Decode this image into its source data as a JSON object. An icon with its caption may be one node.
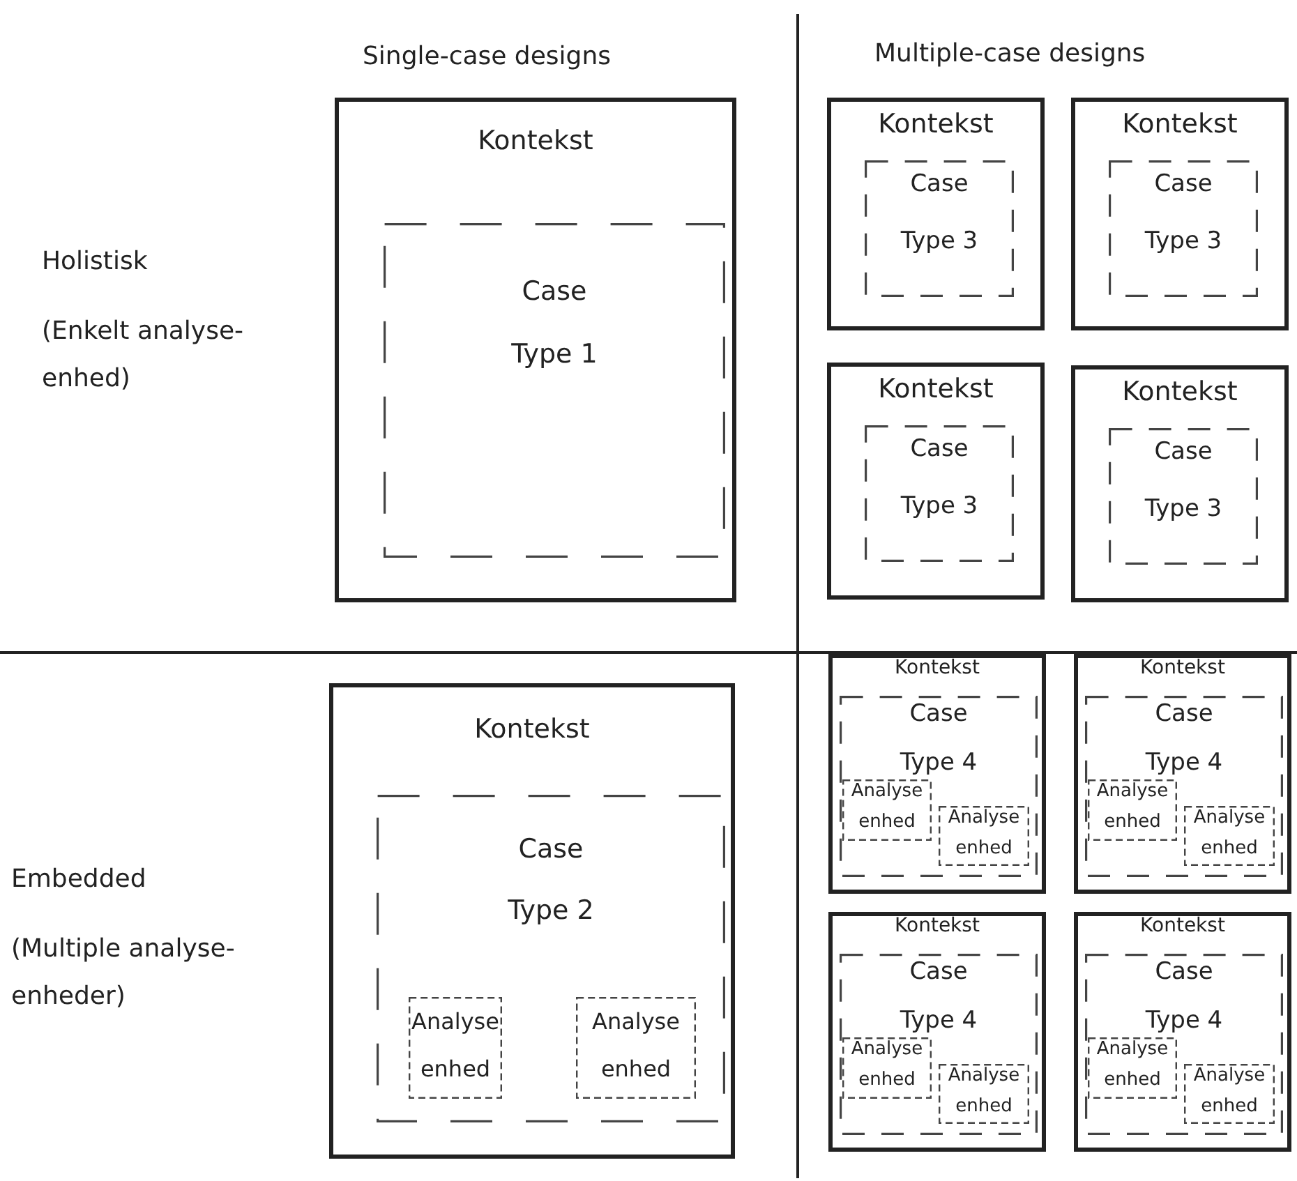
{
  "diagram": {
    "nodes": [
      {
        "text": [
          "Kontekst"
        ]
      },
      {
        "text": [
          "Case",
          "Type 1"
        ],
        "in": 0
      },
      {
        "text": [
          "Kontekst"
        ]
      },
      {
        "text": [
          "Case",
          "Type 3"
        ],
        "in": 2
      },
      {
        "text": [
          "Kontekst"
        ]
      },
      {
        "text": [
          "Case",
          "Type 3"
        ],
        "in": 4
      },
      {
        "text": [
          "Kontekst"
        ]
      },
      {
        "text": [
          "Case",
          "Type 3"
        ],
        "in": 6
      },
      {
        "text": [
          "Kontekst"
        ]
      },
      {
        "text": [
          "Case",
          "Type 3"
        ],
        "in": 8
      },
      {
        "text": [
          "Kontekst"
        ]
      },
      {
        "text": [
          "Case",
          "Type 2"
        ],
        "in": 10
      },
      {
        "text": [
          "Analyse",
          "enhed"
        ],
        "in": 11
      },
      {
        "text": [
          "Analyse",
          "enhed"
        ],
        "in": 11
      },
      {
        "text": [
          "Kontekst"
        ]
      },
      {
        "text": [
          "Case",
          "Type 4"
        ],
        "in": 14
      },
      {
        "text": [
          "Analyse",
          "enhed"
        ],
        "in": 15
      },
      {
        "text": [
          "Analyse",
          "enhed"
        ],
        "in": 15
      },
      {
        "text": [
          "Kontekst"
        ]
      },
      {
        "text": [
          "Case",
          "Type 4"
        ],
        "in": 18
      },
      {
        "text": [
          "Analyse",
          "enhed"
        ],
        "in": 19
      },
      {
        "text": [
          "Analyse",
          "enhed"
        ],
        "in": 19
      },
      {
        "text": [
          "Kontekst"
        ]
      },
      {
        "text": [
          "Case",
          "Type 4"
        ],
        "in": 22
      },
      {
        "text": [
          "Analyse",
          "enhed"
        ],
        "in": 23
      },
      {
        "text": [
          "Analyse",
          "enhed"
        ],
        "in": 23
      },
      {
        "text": [
          "Kontekst"
        ]
      },
      {
        "text": [
          "Case",
          "Type 4"
        ],
        "in": 26
      },
      {
        "text": [
          "Analyse",
          "enhed"
        ],
        "in": 27
      },
      {
        "text": [
          "Analyse",
          "enhed"
        ],
        "in": 27
      }
    ],
    "labels": [
      "Single-case designs",
      "Multiple-case designs",
      "Holistisk",
      "(Enkelt analyse-enhed)",
      "Embedded",
      "(Multiple analyse-enheder)"
    ]
  }
}
